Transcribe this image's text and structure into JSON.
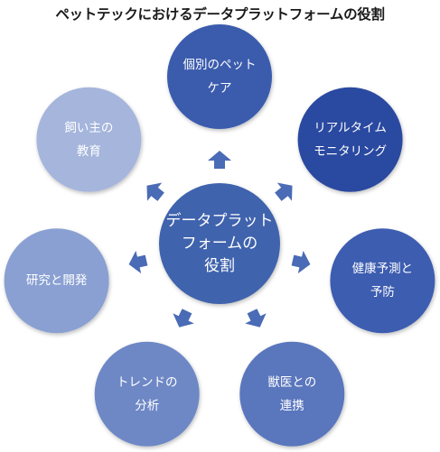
{
  "title": "ペットテックにおけるデータプラットフォームの役割",
  "center": {
    "label": "データプラット\nフォームの\n役割"
  },
  "nodes": [
    {
      "id": "individual-care",
      "label": "個別のペット\nケア",
      "color": "#3a5cad"
    },
    {
      "id": "realtime-monitoring",
      "label": "リアルタイム\nモニタリング",
      "color": "#2c4aa0"
    },
    {
      "id": "health-prediction",
      "label": "健康予測と\n予防",
      "color": "#3d5db0"
    },
    {
      "id": "vet-collaboration",
      "label": "獣医との\n連携",
      "color": "#5a76bd"
    },
    {
      "id": "trend-analysis",
      "label": "トレンドの\n分析",
      "color": "#6e88c6"
    },
    {
      "id": "research-development",
      "label": "研究と開発",
      "color": "#8aa0d2"
    },
    {
      "id": "owner-education",
      "label": "飼い主の\n教育",
      "color": "#a5b5dc"
    }
  ],
  "colors": {
    "center": "#3f63ad",
    "arrow": "#4a6bb5"
  }
}
